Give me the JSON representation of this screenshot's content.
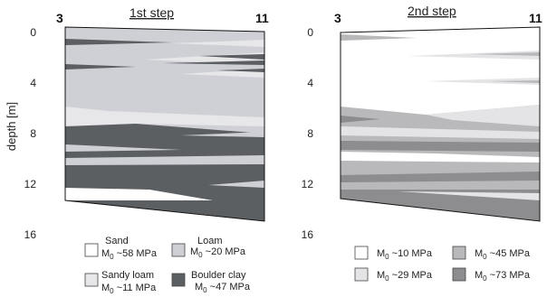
{
  "left_panel": {
    "title": "1st step",
    "borehole_left": "3",
    "borehole_right": "11",
    "y_axis_label": "depth [m]",
    "depth_ticks": [
      "0",
      "4",
      "8",
      "12",
      "16"
    ]
  },
  "right_panel": {
    "title": "2nd step",
    "borehole_left": "3",
    "borehole_right": "11",
    "depth_ticks": [
      "0",
      "4",
      "8",
      "12",
      "16"
    ]
  },
  "colors": {
    "sand": "#ffffff",
    "loam": "#cfcfd6",
    "sandy_loam": "#e7e7ea",
    "boulder_clay": "#5c5f62",
    "m10": "#ffffff",
    "m29": "#e4e4e6",
    "m45": "#b9b9bc",
    "m73": "#8d8d90"
  },
  "legend_left": [
    {
      "name": "Sand",
      "modulus": "M",
      "sub": "0",
      "value": " ~58 MPa",
      "color": "#ffffff"
    },
    {
      "name": "Loam",
      "modulus": "M",
      "sub": "0",
      "value": " ~20 MPa",
      "color": "#cfcfd6"
    },
    {
      "name": "Sandy loam",
      "modulus": "M",
      "sub": "0",
      "value": " ~11 MPa",
      "color": "#e7e7ea"
    },
    {
      "name": "Boulder clay",
      "modulus": "M",
      "sub": "0",
      "value": " ~47 MPa",
      "color": "#5c5f62"
    }
  ],
  "legend_right": [
    {
      "modulus": "M",
      "sub": "0",
      "value": " ~10 MPa",
      "color": "#ffffff"
    },
    {
      "modulus": "M",
      "sub": "0",
      "value": " ~45 MPa",
      "color": "#b9b9bc"
    },
    {
      "modulus": "M",
      "sub": "0",
      "value": " ~29 MPa",
      "color": "#e4e4e6"
    },
    {
      "modulus": "M",
      "sub": "0",
      "value": " ~73 MPa",
      "color": "#8d8d90"
    }
  ]
}
